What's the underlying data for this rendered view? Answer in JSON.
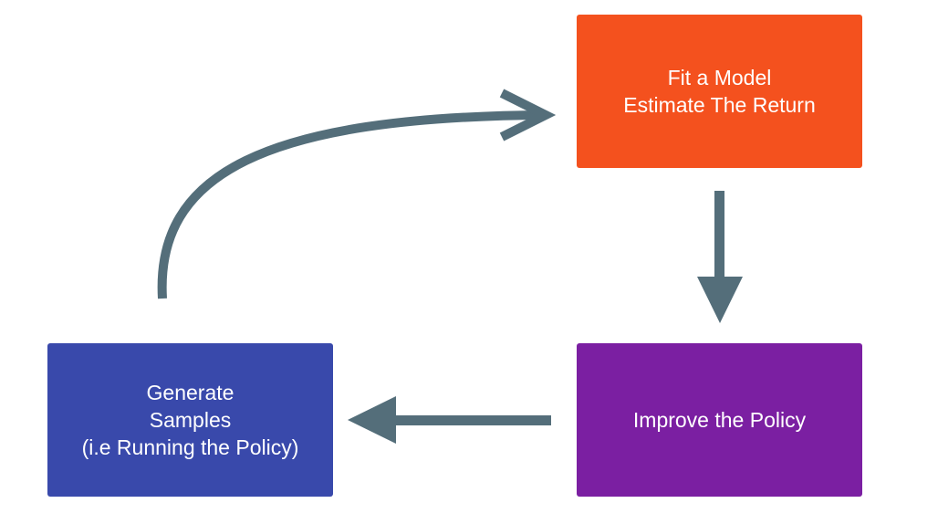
{
  "colors": {
    "fit_box": "#F4511E",
    "improve_box": "#7B1FA2",
    "generate_box": "#3949AB",
    "arrow": "#546E7A"
  },
  "nodes": {
    "fit": {
      "line1": "Fit a Model",
      "line2": "Estimate The Return"
    },
    "improve": {
      "line1": "Improve the Policy"
    },
    "generate": {
      "line1": "Generate",
      "line2": "Samples",
      "line3": "(i.e Running the Policy)"
    }
  }
}
